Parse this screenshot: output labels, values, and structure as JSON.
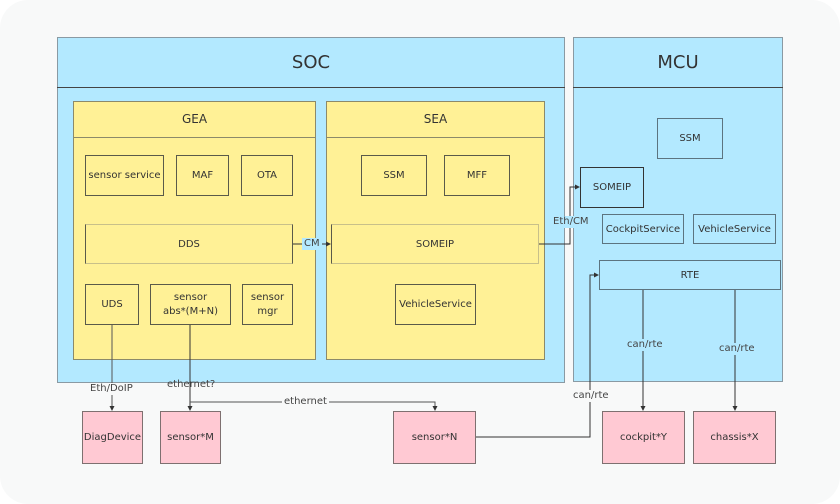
{
  "soc": {
    "title": "SOC",
    "gea": {
      "title": "GEA",
      "components": [
        "sensor service",
        "MAF",
        "OTA"
      ],
      "dds": "DDS",
      "uds": "UDS",
      "sensor_abs_line1": "sensor",
      "sensor_abs_line2": "abs*(M+N)",
      "sensor_mgr_line1": "sensor",
      "sensor_mgr_line2": "mgr"
    },
    "sea": {
      "title": "SEA",
      "components": [
        "SSM",
        "MFF"
      ],
      "someip": "SOMEIP",
      "vehicle_service": "VehicleService"
    }
  },
  "mcu": {
    "title": "MCU",
    "ssm": "SSM",
    "someip": "SOMEIP",
    "cockpit_service": "CockpitService",
    "vehicle_service": "VehicleService",
    "rte": "RTE"
  },
  "devices": {
    "diag": "DiagDevice",
    "sensor_m": "sensor*M",
    "sensor_n": "sensor*N",
    "cockpit": "cockpit*Y",
    "chassis": "chassis*X"
  },
  "links": {
    "cm": "CM",
    "eth_cm": "Eth/CM",
    "eth_doip": "Eth/DoIP",
    "ethernet_q": "ethernet?",
    "ethernet": "ethernet",
    "can_rte_sensor": "can/rte",
    "can_rte_cockpit": "can/rte",
    "can_rte_chassis": "can/rte"
  },
  "colors": {
    "soc_mcu_fill": "#b3e9ff",
    "ea_fill": "#fff196",
    "device_fill": "#ffc9d3",
    "background": "#f8f9f9"
  }
}
